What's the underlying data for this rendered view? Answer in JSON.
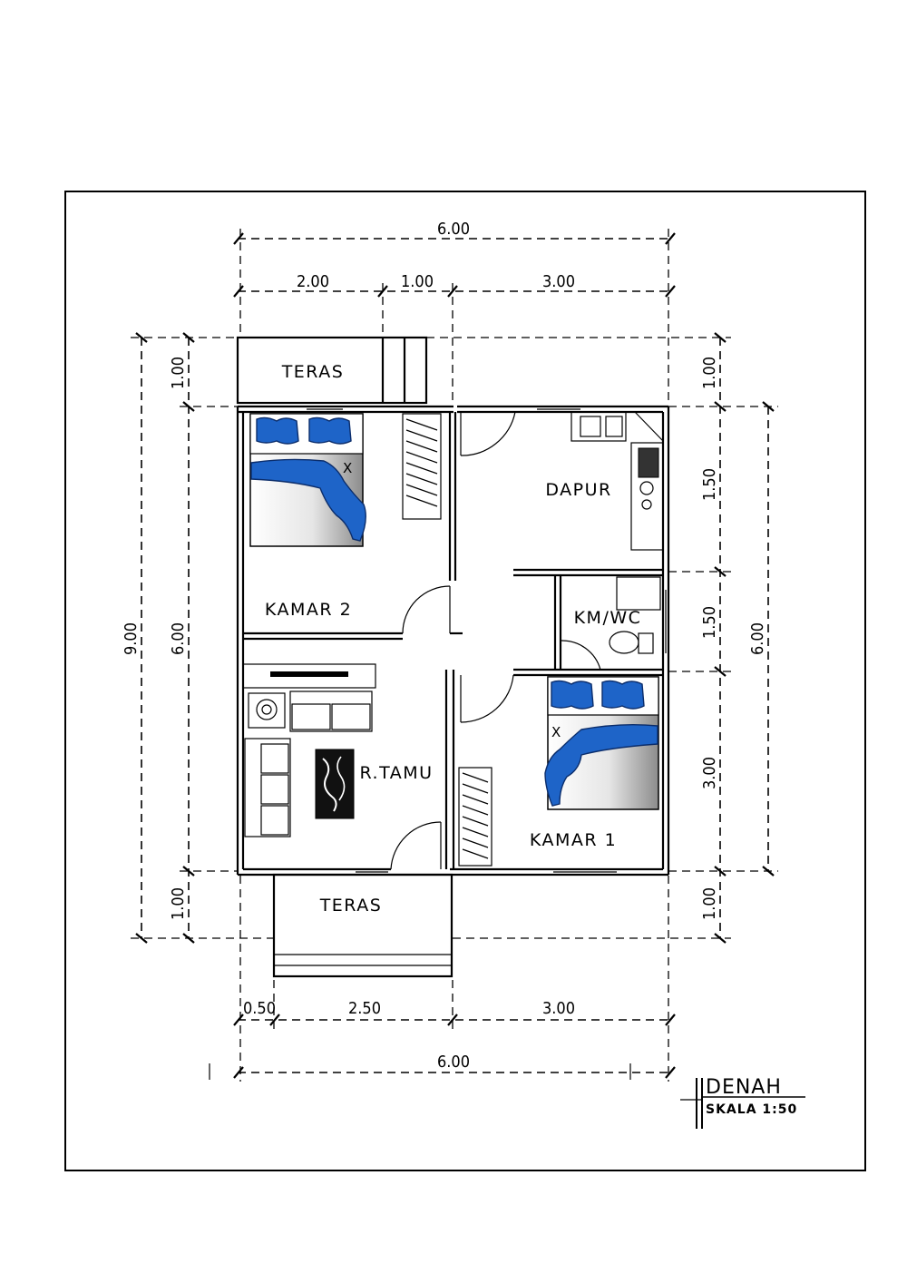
{
  "rooms": {
    "teras_top": "TERAS",
    "teras_bottom": "TERAS",
    "kamar2": "KAMAR 2",
    "kamar1": "KAMAR 1",
    "dapur": "DAPUR",
    "kmwc": "KM/WC",
    "rtamu": "R.TAMU"
  },
  "dimensions": {
    "top_total": "6.00",
    "top_a": "2.00",
    "top_b": "1.00",
    "top_c": "3.00",
    "bottom_a": "0.50",
    "bottom_b": "2.50",
    "bottom_c": "3.00",
    "bottom_total": "6.00",
    "left_total": "9.00",
    "left_top": "1.00",
    "left_mid": "6.00",
    "left_bottom": "1.00",
    "right_top": "1.00",
    "right_a": "1.50",
    "right_b": "1.50",
    "right_c": "3.00",
    "right_bottom": "1.00",
    "right_total": "6.00"
  },
  "title": {
    "name": "DENAH",
    "scale": "SKALA 1:50"
  },
  "colors": {
    "furniture_blue": "#1e64c8",
    "line": "#000000"
  }
}
